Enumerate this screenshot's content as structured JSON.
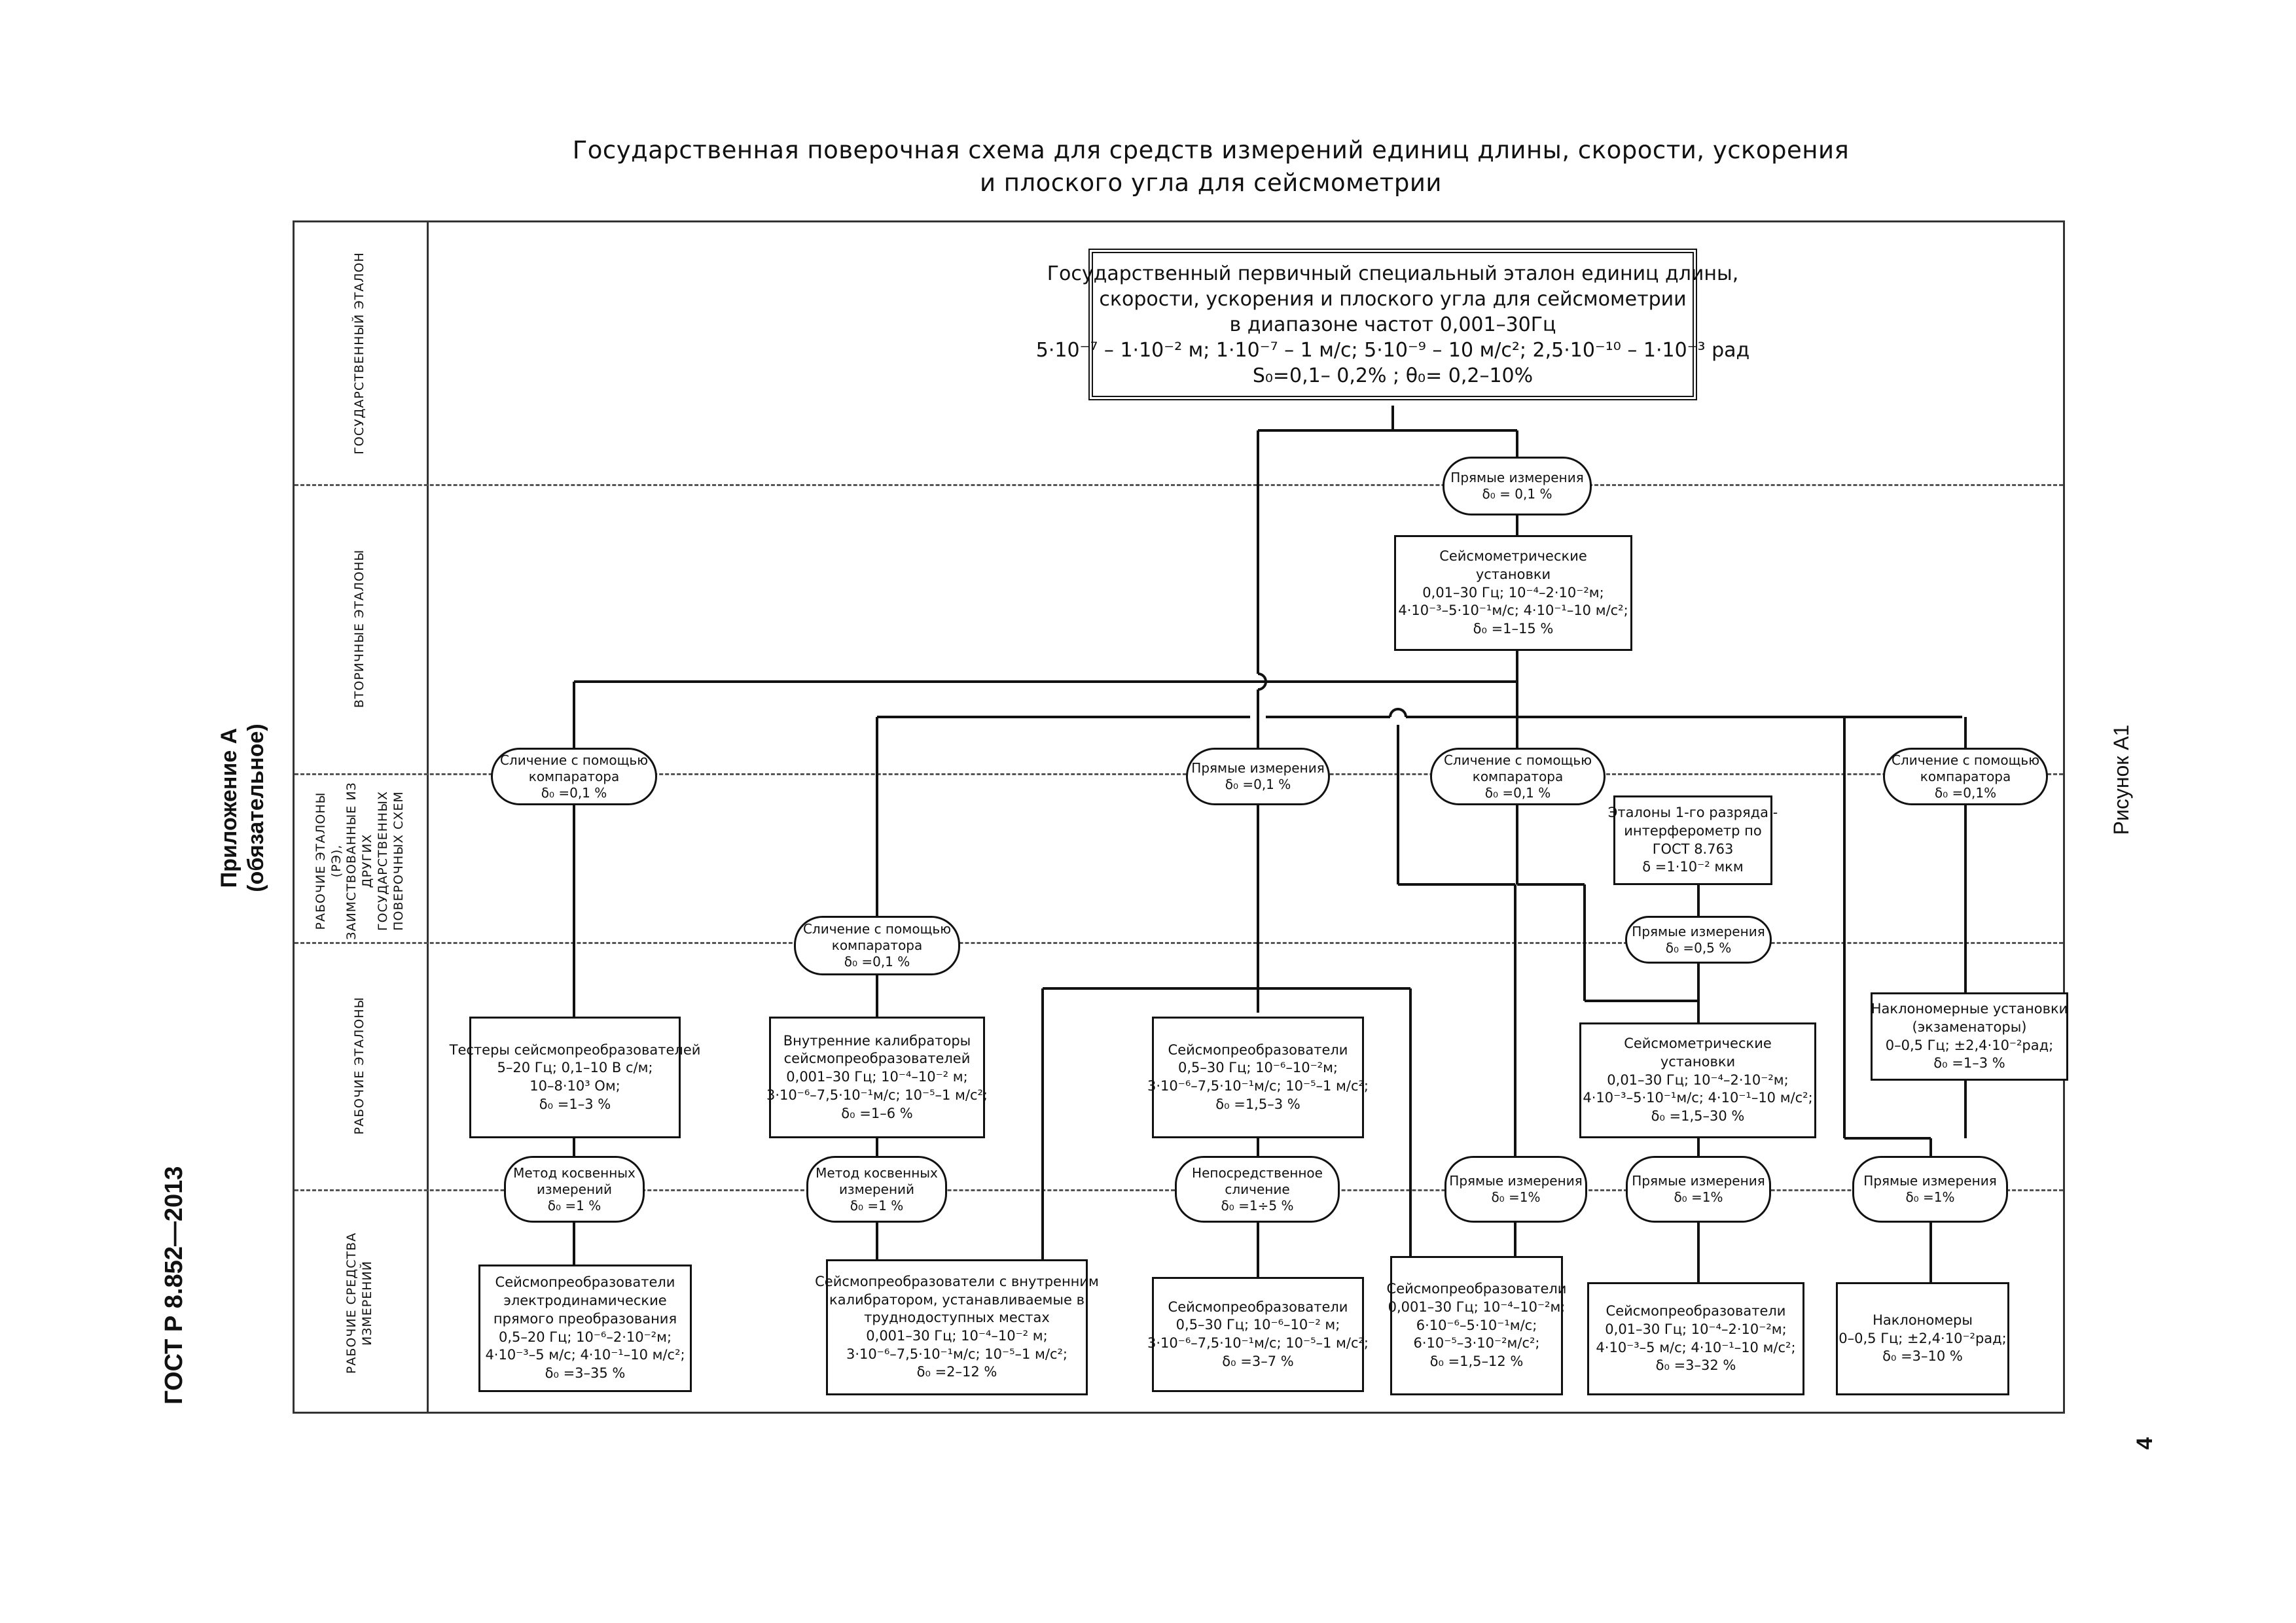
{
  "header": {
    "title_line1": "Государственная поверочная схема для средств  измерений единиц длины, скорости, ускорения",
    "title_line2": "и плоского угла для сейсмометрии"
  },
  "side": {
    "appendix_line1": "Приложение А",
    "appendix_line2": "(обязательное)",
    "gost": "ГОСТ Р 8.852—2013",
    "figure": "Рисунок А1",
    "page_number": "4"
  },
  "levels": {
    "state": "Государственный эталон",
    "secondary": "Вторичные эталоны",
    "borrowed": "Рабочие эталоны (РЭ), заимствованные из других государственных поверочных схем",
    "working_standards": "Рабочие эталоны",
    "working_instruments": "Рабочие средства измерений"
  },
  "main_standard": {
    "line1": "Государственный первичный специальный эталон единиц длины,",
    "line2": "скорости, ускорения и плоского угла для сейсмометрии",
    "line3": "в диапазоне частот 0,001–30Гц",
    "line4": "5·10⁻⁷ – 1·10⁻² м; 1·10⁻⁷ – 1 м/с; 5·10⁻⁹ – 10 м/с²; 2,5·10⁻¹⁰ – 1·10⁻³ рад",
    "line5": "S₀=0,1– 0,2% ; θ₀= 0,2–10%"
  },
  "pills": {
    "p_top": {
      "l1": "Прямые измерения",
      "l2": "δ₀ = 0,1 %"
    },
    "p_comp1": {
      "l1": "Сличение с помощью",
      "l2": "компаратора",
      "l3": "δ₀ =0,1 %"
    },
    "p_direct2": {
      "l1": "Прямые измерения",
      "l2": "δ₀ =0,1 %"
    },
    "p_comp3": {
      "l1": "Сличение с помощью",
      "l2": "компаратора",
      "l3": "δ₀ =0,1 %"
    },
    "p_comp4": {
      "l1": "Сличение с помощью",
      "l2": "компаратора",
      "l3": "δ₀ =0,1%"
    },
    "p_comp5": {
      "l1": "Сличение с помощью",
      "l2": "компаратора",
      "l3": "δ₀ =0,1 %"
    },
    "p_direct05": {
      "l1": "Прямые измерения",
      "l2": "δ₀ =0,5 %"
    },
    "p_indirect1": {
      "l1": "Метод косвенных",
      "l2": "измерений",
      "l3": "δ₀ =1 %"
    },
    "p_indirect2": {
      "l1": "Метод косвенных",
      "l2": "измерений",
      "l3": "δ₀ =1 %"
    },
    "p_directcmp": {
      "l1": "Непосредственное",
      "l2": "сличение",
      "l3": "δ₀ =1÷5 %"
    },
    "p_direct1a": {
      "l1": "Прямые измерения",
      "l2": "δ₀ =1%"
    },
    "p_direct1b": {
      "l1": "Прямые измерения",
      "l2": "δ₀ =1%"
    },
    "p_direct1c": {
      "l1": "Прямые измерения",
      "l2": "δ₀ =1%"
    }
  },
  "boxes": {
    "b_secondary": {
      "l1": "Сейсмометрические",
      "l2": "установки",
      "l3": "0,01–30 Гц; 10⁻⁴–2·10⁻²м;",
      "l4": "4·10⁻³–5·10⁻¹м/с; 4·10⁻¹–10 м/с²;",
      "l5": "δ₀ =1–15 %"
    },
    "b_interferometer": {
      "l1": "Эталоны 1-го разряда -",
      "l2": "интерферометр по",
      "l3": "ГОСТ 8.763",
      "l4": "δ =1·10⁻² мкм"
    },
    "b_testers": {
      "l1": "Тестеры сейсмопреобразователей",
      "l2": "5–20 Гц; 0,1–10 В с/м;",
      "l3": "10–8·10³ Ом;",
      "l4": "δ₀ =1–3 %"
    },
    "b_calibrators": {
      "l1": "Внутренние калибраторы",
      "l2": "сейсмопреобразователей",
      "l3": "0,001–30 Гц; 10⁻⁴–10⁻² м;",
      "l4": "3·10⁻⁶–7,5·10⁻¹м/с; 10⁻⁵–1 м/с²;",
      "l5": "δ₀ =1–6 %"
    },
    "b_ws_transducers": {
      "l1": "Сейсмопреобразователи",
      "l2": "0,5–30 Гц; 10⁻⁶–10⁻²м;",
      "l3": "3·10⁻⁶–7,5·10⁻¹м/с; 10⁻⁵–1 м/с²;",
      "l4": "δ₀ =1,5–3 %"
    },
    "b_ws_installations": {
      "l1": "Сейсмометрические",
      "l2": "установки",
      "l3": "0,01–30 Гц; 10⁻⁴–2·10⁻²м;",
      "l4": "4·10⁻³–5·10⁻¹м/с; 4·10⁻¹–10 м/с²;",
      "l5": "δ₀ =1,5–30 %"
    },
    "b_tilt_installations": {
      "l1": "Наклономерные установки",
      "l2": "(экзаменаторы)",
      "l3": "0–0,5 Гц; ±2,4·10⁻²рад;",
      "l4": "δ₀ =1–3 %"
    },
    "b_wi_electrodyn": {
      "l1": "Сейсмопреобразователи",
      "l2": "электродинамические",
      "l3": "прямого преобразования",
      "l4": "0,5–20 Гц; 10⁻⁶–2·10⁻²м;",
      "l5": "4·10⁻³–5 м/с; 4·10⁻¹–10 м/с²;",
      "l6": "δ₀ =3–35 %"
    },
    "b_wi_internal": {
      "l1": "Сейсмопреобразователи с внутренним",
      "l2": "калибратором, устанавливаемые в",
      "l3": "труднодоступных местах",
      "l4": "0,001–30 Гц; 10⁻⁴–10⁻² м;",
      "l5": "3·10⁻⁶–7,5·10⁻¹м/с; 10⁻⁵–1 м/с²;",
      "l6": "δ₀ =2–12 %"
    },
    "b_wi_transducers1": {
      "l1": "Сейсмопреобразователи",
      "l2": "0,5–30 Гц; 10⁻⁶–10⁻² м;",
      "l3": "3·10⁻⁶–7,5·10⁻¹м/с; 10⁻⁵–1 м/с²;",
      "l4": "δ₀ =3–7 %"
    },
    "b_wi_transducers2": {
      "l1": "Сейсмопреобразователи",
      "l2": "0,001–30 Гц; 10⁻⁴–10⁻²м;",
      "l3": "6·10⁻⁶–5·10⁻¹м/с;",
      "l4": "6·10⁻⁵–3·10⁻²м/с²;",
      "l5": "δ₀ =1,5–12 %"
    },
    "b_wi_transducers3": {
      "l1": "Сейсмопреобразователи",
      "l2": "0,01–30 Гц; 10⁻⁴–2·10⁻²м;",
      "l3": "4·10⁻³–5 м/с; 4·10⁻¹–10 м/с²;",
      "l4": "δ₀ =3–32 %"
    },
    "b_wi_tiltmeters": {
      "l1": "Наклономеры",
      "l2": "0–0,5 Гц; ±2,4·10⁻²рад;",
      "l3": "δ₀ =3–10 %"
    }
  }
}
